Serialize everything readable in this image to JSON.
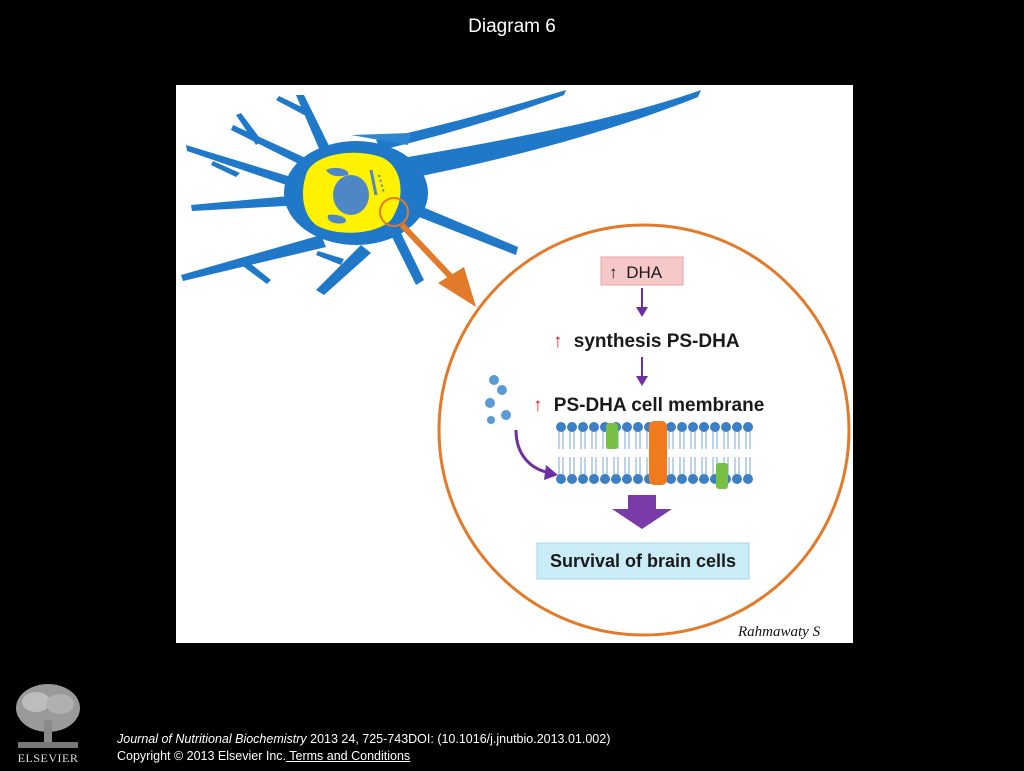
{
  "slide": {
    "title": "Diagram 6"
  },
  "diagram": {
    "step1": {
      "arrow": "↑",
      "text": "DHA"
    },
    "step2": {
      "arrow": "↑",
      "text": "synthesis PS-DHA"
    },
    "step3": {
      "arrow": "↑",
      "text": "PS-DHA cell membrane"
    },
    "outcome": {
      "text": "Survival of brain cells"
    },
    "signature": "Rahmawaty S",
    "colors": {
      "neuron": "#1f78c8",
      "cell_body": "#fff200",
      "nucleus": "#4f86c6",
      "zoom_circle": "#e27a2a",
      "flow_arrow": "#6f2fa0",
      "up_arrow": "#e0202a",
      "step1_box": "#f6c8c8",
      "outcome_box": "#c9ecf6"
    }
  },
  "footer": {
    "journal": "Journal of Nutritional Biochemistry",
    "citation": " 2013 24, 725-743DOI: (10.1016/j.jnutbio.2013.01.002)",
    "copyright": "Copyright © 2013 Elsevier Inc.",
    "terms_link": " Terms and Conditions"
  },
  "logo": {
    "text": "ELSEVIER",
    "icon": "tree-icon"
  }
}
